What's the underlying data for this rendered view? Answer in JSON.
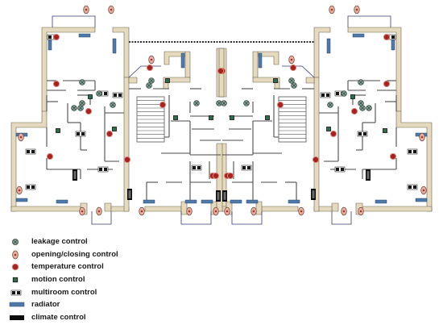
{
  "colors": {
    "wall": "#e5dabe",
    "wall_stroke": "#6f6450",
    "leakage": "#7e9e90",
    "opening": "#e8b1a2",
    "temperature": "#a82320",
    "motion": "#2f6b4d",
    "multiroom": "#151515",
    "radiator": "#4f79a8",
    "climate": "#0c0c0c",
    "room_line": "#4a4a4a",
    "cable": "#3b3b70"
  },
  "legend": [
    {
      "symbol": "leakage-icon",
      "label": "leakage control"
    },
    {
      "symbol": "opening-closing-icon",
      "label": "opening/closing control"
    },
    {
      "symbol": "temperature-icon",
      "label": "temperature control"
    },
    {
      "symbol": "motion-icon",
      "label": "motion control"
    },
    {
      "symbol": "multiroom-icon",
      "label": "multiroom control"
    },
    {
      "symbol": "radiator-icon",
      "label": "radiator"
    },
    {
      "symbol": "climate-icon",
      "label": "climate control"
    }
  ]
}
